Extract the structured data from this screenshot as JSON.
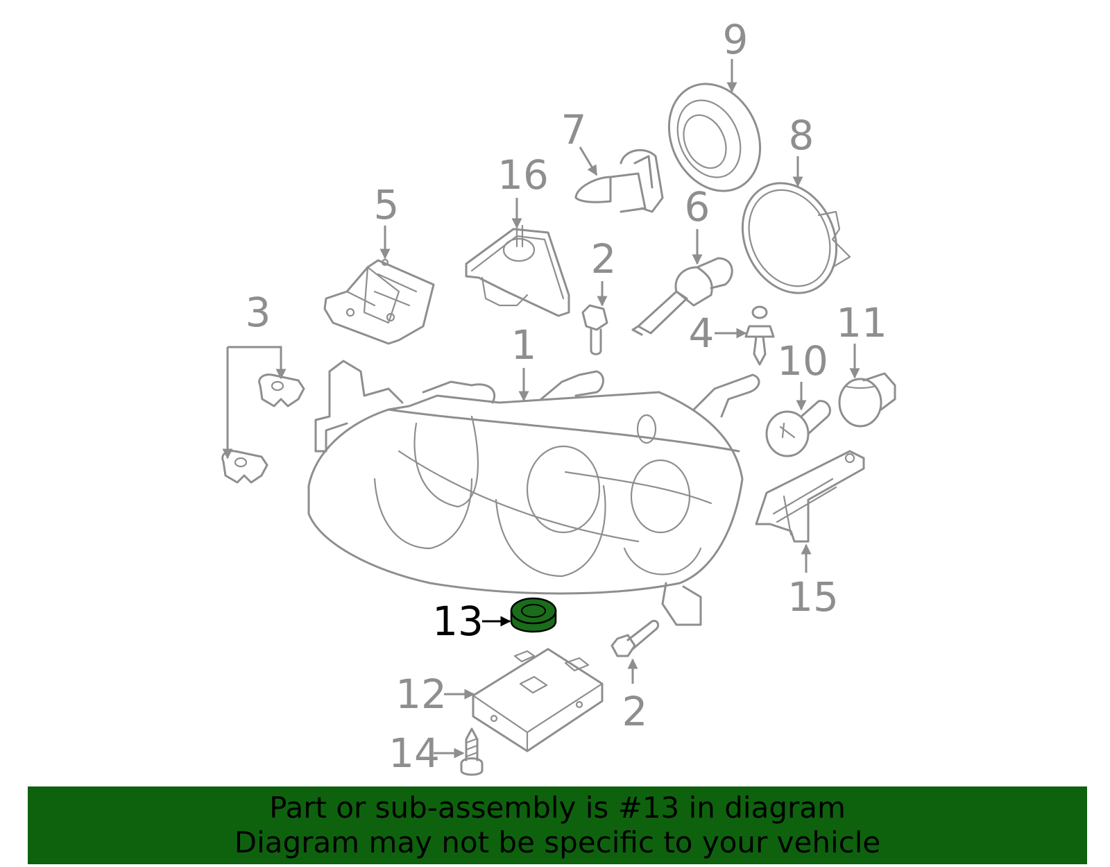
{
  "colors": {
    "part_outline": "#8e8e8e",
    "highlight_fill": "#1a6d1a",
    "banner_background": "#0e620e",
    "banner_text": "#000000",
    "highlight_label": "#000000"
  },
  "callouts": {
    "c1": "1",
    "c2a": "2",
    "c2b": "2",
    "c3": "3",
    "c4": "4",
    "c5": "5",
    "c6": "6",
    "c7": "7",
    "c8": "8",
    "c9": "9",
    "c10": "10",
    "c11": "11",
    "c12": "12",
    "c13": "13",
    "c14": "14",
    "c15": "15",
    "c16": "16"
  },
  "highlighted_part": "13",
  "banner": {
    "line1": "Part or sub-assembly is #13 in diagram",
    "line2": "Diagram may not be specific to your vehicle"
  }
}
